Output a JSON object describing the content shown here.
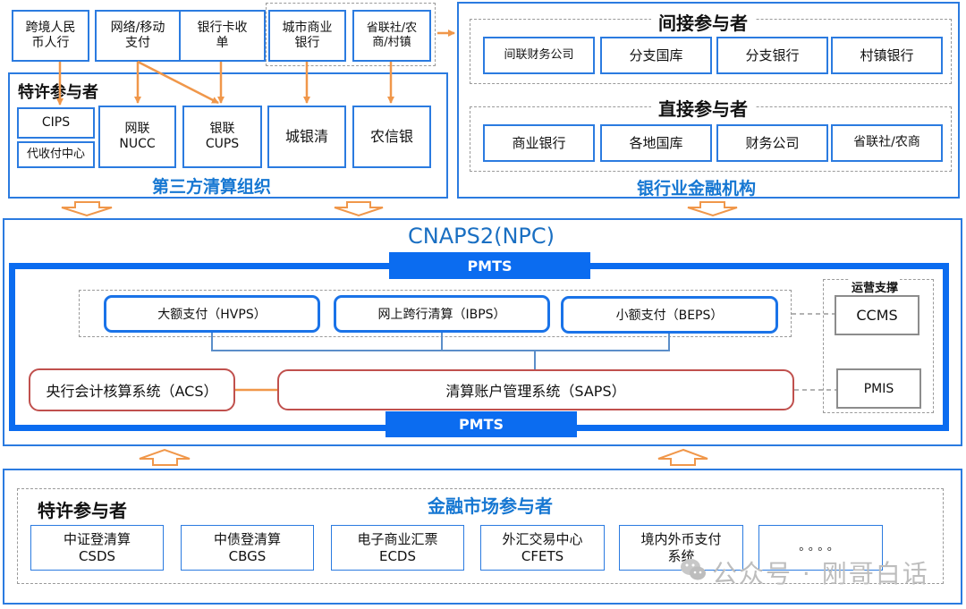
{
  "top_left": {
    "source_boxes": [
      "跨境人民\n币人行",
      "网络/移动\n支付",
      "银行卡收\n单",
      "城市商业\n银行",
      "省联社/农\n商/村镇"
    ],
    "section_label": "特许参与者",
    "clearing_boxes": {
      "cips": "CIPS",
      "agency": "代收付中心",
      "nucc": "网联\nNUCC",
      "cups": "银联\nCUPS",
      "city_clear": "城银清",
      "rural": "农信银"
    },
    "footer_title": "第三方清算组织"
  },
  "top_right": {
    "indirect_title": "间接参与者",
    "indirect_boxes": [
      "间联财务公司",
      "分支国库",
      "分支银行",
      "村镇银行"
    ],
    "direct_title": "直接参与者",
    "direct_boxes": [
      "商业银行",
      "各地国库",
      "财务公司",
      "省联社/农商"
    ],
    "footer_title": "银行业金融机构"
  },
  "cnaps": {
    "title": "CNAPS2(NPC)",
    "pmts_top": "PMTS",
    "pmts_bottom": "PMTS",
    "hvps": "大额支付（HVPS）",
    "ibps": "网上跨行清算（IBPS）",
    "beps": "小额支付（BEPS）",
    "acs": "央行会计核算系统（ACS）",
    "saps": "清算账户管理系统（SAPS）",
    "ops_title": "运营支撑",
    "ccms": "CCMS",
    "pmis": "PMIS"
  },
  "bottom": {
    "section_label": "特许参与者",
    "title": "金融市场参与者",
    "boxes": [
      "中证登清算\nCSDS",
      "中债登清算\nCBGS",
      "电子商业汇票\nECDS",
      "外汇交易中心\nCFETS",
      "境内外币支付\n系统",
      "。。。。"
    ]
  },
  "watermark": "公众号 · 刚哥白话",
  "colors": {
    "blue_border": "#2b7be0",
    "title_blue": "#1677d2",
    "pmts_blue": "#0b6cf0",
    "arrow_orange": "#f0974a",
    "red_border": "#c0504d",
    "connector_blue": "#5b8ec9"
  }
}
